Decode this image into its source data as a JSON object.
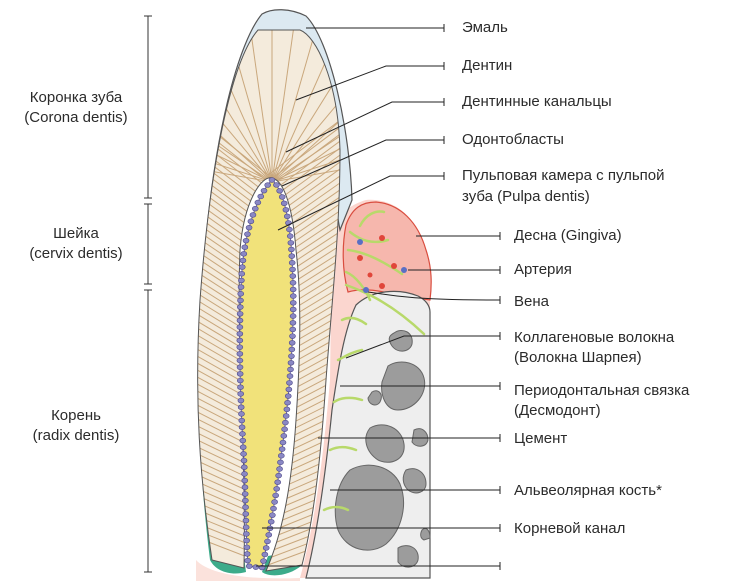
{
  "regions": {
    "crown": {
      "line1": "Коронка зуба",
      "line2": "(Corona dentis)"
    },
    "neck": {
      "line1": "Шейка",
      "line2": "(cervix dentis)"
    },
    "root": {
      "line1": "Корень",
      "line2": "(radix dentis)"
    }
  },
  "labels": {
    "enamel": "Эмаль",
    "dentin": "Дентин",
    "tubules": "Дентинные канальцы",
    "odontoblasts": "Одонтобласты",
    "pulp_1": "Пульповая камера с пульпой",
    "pulp_2": "зуба (Pulpa dentis)",
    "gingiva": "Десна (Gingiva)",
    "artery": "Артерия",
    "vein": "Вена",
    "collagen_1": "Коллагеновые волокна",
    "collagen_2": "(Волокна Шарпея)",
    "ligament_1": "Периодонтальная связка",
    "ligament_2": "(Десмодонт)",
    "cement": "Цемент",
    "bone": "Альвеолярная кость*",
    "canal": "Корневой канал"
  },
  "colors": {
    "enamel": "#dce9f1",
    "dentin": "#f4ebdc",
    "tubule_lines": "#c9a77c",
    "pulp": "#f1e27a",
    "odontoblast": "#8a88c4",
    "cement": "#3cab8a",
    "gingiva": "#f6b7ad",
    "ligament": "#fbd6cf",
    "bone_fill": "#eeeeee",
    "bone_pores": "#9c9c9c",
    "fibers": "#b8d96a",
    "artery": "#e0463a",
    "vein": "#5a6fc4"
  }
}
